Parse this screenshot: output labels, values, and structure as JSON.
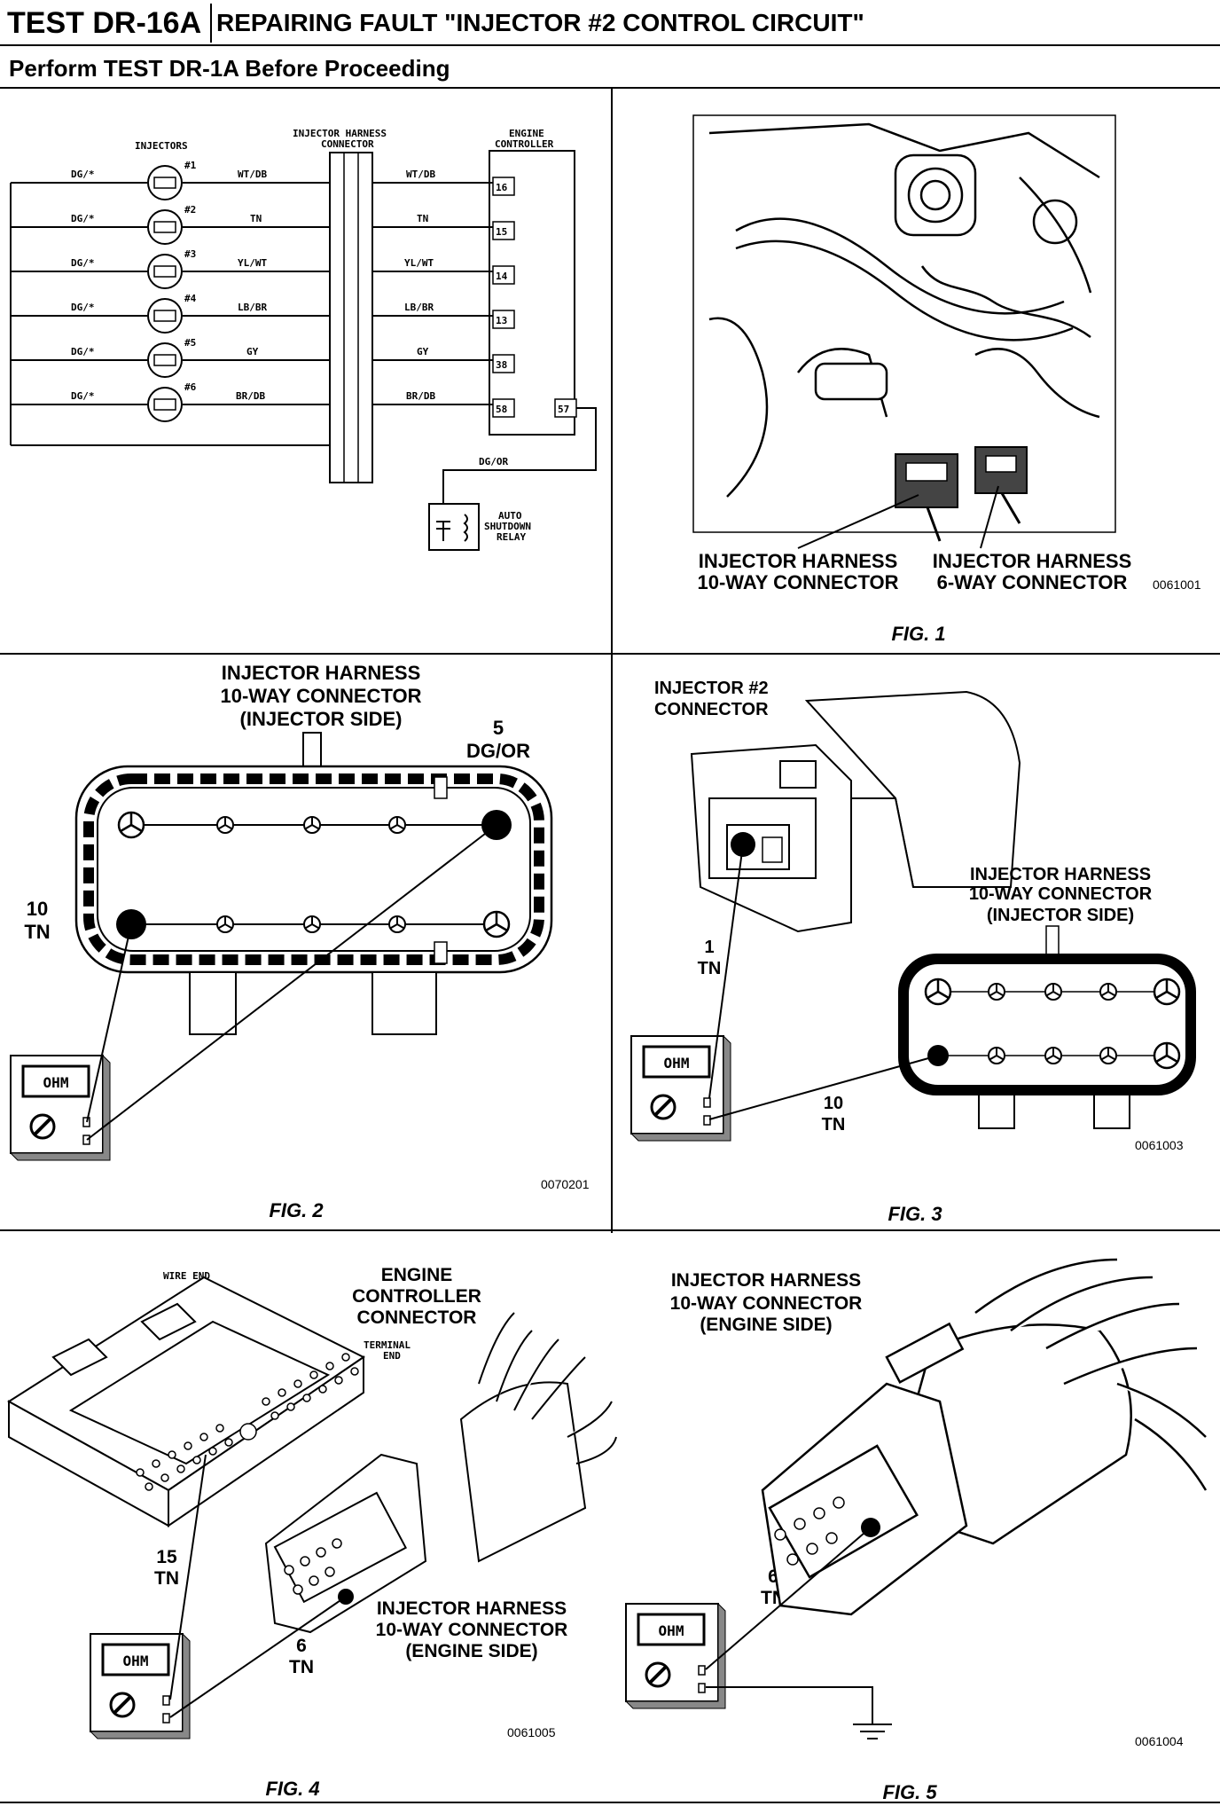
{
  "header": {
    "test_id": "TEST DR-16A",
    "title": "REPAIRING FAULT \"INJECTOR #2 CONTROL CIRCUIT\"",
    "subtitle": "Perform TEST DR-1A Before Proceeding"
  },
  "schematic": {
    "injectors_label": "INJECTORS",
    "harness_label_1": "INJECTOR HARNESS",
    "harness_label_2": "CONNECTOR",
    "controller_label_1": "ENGINE",
    "controller_label_2": "CONTROLLER",
    "rows": [
      {
        "feed": "DG/*",
        "num": "#1",
        "left": "WT/DB",
        "right": "WT/DB",
        "pin": "16"
      },
      {
        "feed": "DG/*",
        "num": "#2",
        "left": "TN",
        "right": "TN",
        "pin": "15"
      },
      {
        "feed": "DG/*",
        "num": "#3",
        "left": "YL/WT",
        "right": "YL/WT",
        "pin": "14"
      },
      {
        "feed": "DG/*",
        "num": "#4",
        "left": "LB/BR",
        "right": "LB/BR",
        "pin": "13"
      },
      {
        "feed": "DG/*",
        "num": "#5",
        "left": "GY",
        "right": "GY",
        "pin": "38"
      },
      {
        "feed": "DG/*",
        "num": "#6",
        "left": "BR/DB",
        "right": "BR/DB",
        "pin": "58"
      }
    ],
    "pin_57": "57",
    "dg_or": "DG/OR",
    "relay_1": "AUTO",
    "relay_2": "SHUTDOWN",
    "relay_3": "RELAY"
  },
  "fig1": {
    "label_a1": "INJECTOR HARNESS",
    "label_a2": "10-WAY CONNECTOR",
    "label_b1": "INJECTOR HARNESS",
    "label_b2": "6-WAY CONNECTOR",
    "code": "0061001",
    "caption": "FIG. 1"
  },
  "fig2": {
    "title_1": "INJECTOR HARNESS",
    "title_2": "10-WAY CONNECTOR",
    "title_3": "(INJECTOR SIDE)",
    "pin5": "5",
    "pin5_color": "DG/OR",
    "pin10": "10",
    "pin10_color": "TN",
    "meter": "OHM",
    "code": "0070201",
    "caption": "FIG. 2"
  },
  "fig3": {
    "inj_1": "INJECTOR #2",
    "inj_2": "CONNECTOR",
    "harness_1": "INJECTOR HARNESS",
    "harness_2": "10-WAY CONNECTOR",
    "harness_3": "(INJECTOR SIDE)",
    "pin1": "1",
    "pin1_color": "TN",
    "pin10": "10",
    "pin10_color": "TN",
    "meter": "OHM",
    "code": "0061003",
    "caption": "FIG. 3"
  },
  "fig4": {
    "wire_end": "WIRE END",
    "ctrl_1": "ENGINE",
    "ctrl_2": "CONTROLLER",
    "ctrl_3": "CONNECTOR",
    "terminal_1": "TERMINAL",
    "terminal_2": "END",
    "pin15": "15",
    "pin15_color": "TN",
    "pin6": "6",
    "pin6_color": "TN",
    "harness_1": "INJECTOR HARNESS",
    "harness_2": "10-WAY CONNECTOR",
    "harness_3": "(ENGINE SIDE)",
    "meter": "OHM",
    "code": "0061005",
    "caption": "FIG. 4"
  },
  "fig5": {
    "title_1": "INJECTOR HARNESS",
    "title_2": "10-WAY CONNECTOR",
    "title_3": "(ENGINE SIDE)",
    "pin6": "6",
    "pin6_color": "TN",
    "meter": "OHM",
    "code": "0061004",
    "caption": "FIG. 5"
  }
}
